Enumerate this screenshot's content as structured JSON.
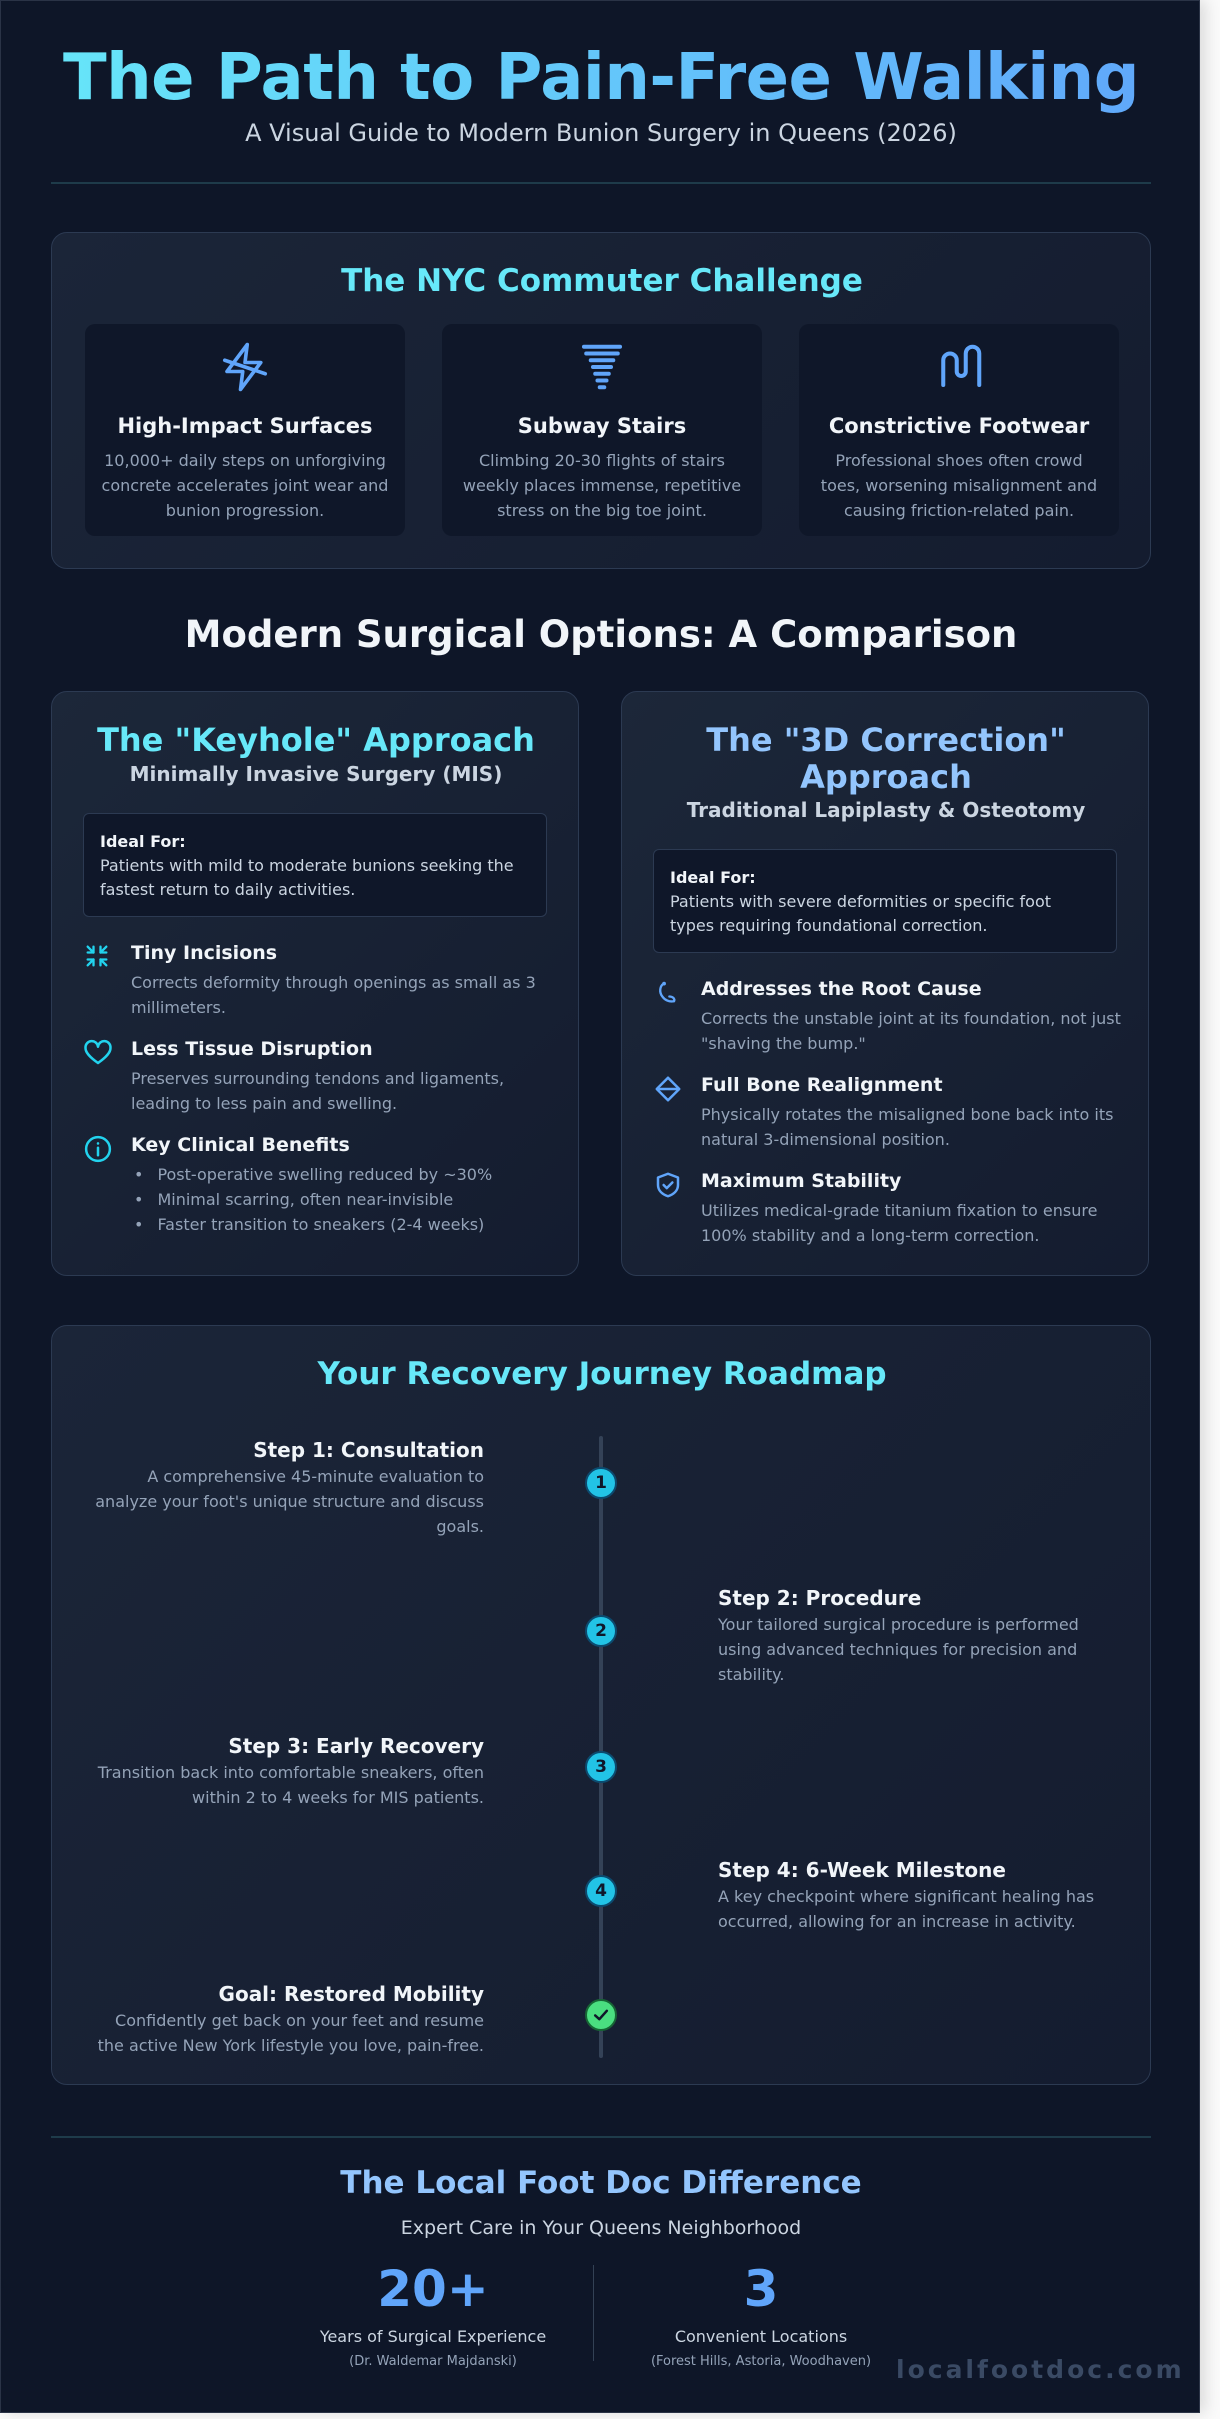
{
  "header": {
    "title": "The Path to Pain-Free Walking",
    "subtitle": "A Visual Guide to Modern Bunion Surgery in Queens (2026)"
  },
  "commuter": {
    "title": "The NYC Commuter Challenge",
    "cards": [
      {
        "icon": "lightning-icon",
        "title": "High-Impact Surfaces",
        "text": "10,000+ daily steps on unforgiving concrete accelerates joint wear and bunion progression."
      },
      {
        "icon": "stairs-icon",
        "title": "Subway Stairs",
        "text": "Climbing 20-30 flights of stairs weekly places immense, repetitive stress on the big toe joint."
      },
      {
        "icon": "footwear-icon",
        "title": "Constrictive Footwear",
        "text": "Professional shoes often crowd toes, worsening misalignment and causing friction-related pain."
      }
    ]
  },
  "comparison": {
    "title": "Modern Surgical Options: A Comparison",
    "keyhole": {
      "title": "The \"Keyhole\" Approach",
      "subtitle": "Minimally Invasive Surgery (MIS)",
      "ideal_label": "Ideal For:",
      "ideal_text": "Patients with mild to moderate bunions seeking the fastest return to daily activities.",
      "features": [
        {
          "icon": "minimize-arrows-icon",
          "title": "Tiny Incisions",
          "text": "Corrects deformity through openings as small as 3 millimeters."
        },
        {
          "icon": "heart-icon",
          "title": "Less Tissue Disruption",
          "text": "Preserves surrounding tendons and ligaments, leading to less pain and swelling."
        },
        {
          "icon": "info-icon",
          "title": "Key Clinical Benefits",
          "list": [
            "Post-operative swelling reduced by ~30%",
            "Minimal scarring, often near-invisible",
            "Faster transition to sneakers (2-4 weeks)"
          ]
        }
      ]
    },
    "correction": {
      "title": "The \"3D Correction\" Approach",
      "subtitle": "Traditional Lapiplasty & Osteotomy",
      "ideal_label": "Ideal For:",
      "ideal_text": "Patients with severe deformities or specific foot types requiring foundational correction.",
      "features": [
        {
          "icon": "foot-icon",
          "title": "Addresses the Root Cause",
          "text": "Corrects the unstable joint at its foundation, not just \"shaving the bump.\""
        },
        {
          "icon": "align-diamond-icon",
          "title": "Full Bone Realignment",
          "text": "Physically rotates the misaligned bone back into its natural 3-dimensional position."
        },
        {
          "icon": "shield-check-icon",
          "title": "Maximum Stability",
          "text": "Utilizes medical-grade titanium fixation to ensure 100% stability and a long-term correction."
        }
      ]
    }
  },
  "roadmap": {
    "title": "Your Recovery Journey Roadmap",
    "steps": [
      {
        "marker": "1",
        "title": "Step 1: Consultation",
        "text": "A comprehensive 45-minute evaluation to analyze your foot's unique structure and discuss goals."
      },
      {
        "marker": "2",
        "title": "Step 2: Procedure",
        "text": "Your tailored surgical procedure is performed using advanced techniques for precision and stability."
      },
      {
        "marker": "3",
        "title": "Step 3: Early Recovery",
        "text": "Transition back into comfortable sneakers, often within 2 to 4 weeks for MIS patients."
      },
      {
        "marker": "4",
        "title": "Step 4: 6-Week Milestone",
        "text": "A key checkpoint where significant healing has occurred, allowing for an increase in activity."
      },
      {
        "marker": "check-icon",
        "title": "Goal: Restored Mobility",
        "text": "Confidently get back on your feet and resume the active New York lifestyle you love, pain-free."
      }
    ]
  },
  "footer": {
    "title": "The Local Foot Doc Difference",
    "subtitle": "Expert Care in Your Queens Neighborhood",
    "stats": [
      {
        "value": "20+",
        "label": "Years of Surgical Experience",
        "note": "(Dr. Waldemar Majdanski)"
      },
      {
        "value": "3",
        "label": "Convenient Locations",
        "note": "(Forest Hills, Astoria, Woodhaven)"
      }
    ],
    "site": "localfootdoc.com"
  },
  "colors": {
    "accent_cyan": "#67e8f9",
    "accent_blue": "#60a5fa",
    "background": "#0e1628",
    "success": "#4ade80"
  }
}
